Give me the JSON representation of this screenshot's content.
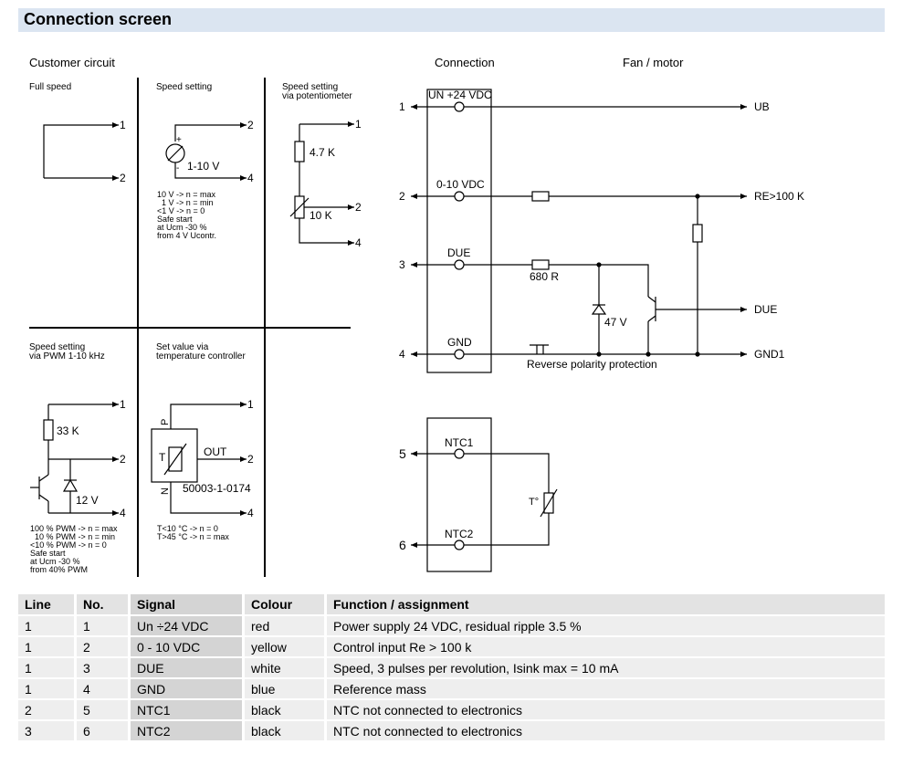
{
  "header": {
    "title": "Connection screen"
  },
  "left": {
    "heading": "Customer circuit",
    "full_speed": {
      "title": "Full speed"
    },
    "speed_setting": {
      "title": "Speed setting",
      "source_label": "1-10 V",
      "notes": [
        "10 V -> n = max",
        "  1 V -> n = min",
        "<1 V -> n = 0",
        "Safe start",
        "at Ucm -30 %",
        "from 4 V Ucontr."
      ]
    },
    "pot": {
      "title_1": "Speed setting",
      "title_2": "via potentiometer",
      "r1": "4.7 K",
      "r2": "10 K"
    },
    "pwm": {
      "title_1": "Speed setting",
      "title_2": "via PWM 1-10 kHz",
      "r": "33 K",
      "z": "12 V",
      "notes": [
        "100 % PWM -> n = max",
        "  10 % PWM -> n = min",
        "<10 % PWM -> n = 0",
        "Safe start",
        "at Ucm -30 %",
        "from 40% PWM"
      ]
    },
    "temp": {
      "title_1": "Set value via",
      "title_2": "temperature controller",
      "p": "P",
      "n": "N",
      "t": "T",
      "out": "OUT",
      "part": "50003-1-0174",
      "notes": [
        "T<10 °C -> n = 0",
        "T>45 °C -> n = max"
      ]
    },
    "terminals": {
      "t1": "1",
      "t2": "2",
      "t4": "4"
    }
  },
  "right": {
    "connection_heading": "Connection",
    "fan_heading": "Fan / motor",
    "terminals": {
      "t1": "UN +24 VDC",
      "t2": "0-10 VDC",
      "t3": "DUE",
      "t4": "GND",
      "t5": "NTC1",
      "t6": "NTC2"
    },
    "lines": {
      "l1": "1",
      "l2": "2",
      "l3": "3",
      "l4": "4",
      "l5": "5",
      "l6": "6"
    },
    "outputs": {
      "ub": "UB",
      "re": "RE>100 K",
      "due": "DUE",
      "gnd": "GND1"
    },
    "r680": "680 R",
    "z47": "47 V",
    "rpp": "Reverse polarity protection",
    "ntc_t": "T°"
  },
  "table": {
    "headers": [
      "Line",
      "No.",
      "Signal",
      "Colour",
      "Function / assignment"
    ],
    "rows": [
      [
        "1",
        "1",
        "Un ÷24 VDC",
        "red",
        "Power supply 24 VDC, residual ripple 3.5 %"
      ],
      [
        "1",
        "2",
        "0 - 10 VDC",
        "yellow",
        "Control input Re > 100 k"
      ],
      [
        "1",
        "3",
        "DUE",
        "white",
        "Speed, 3 pulses per revolution, Isink max = 10 mA"
      ],
      [
        "1",
        "4",
        "GND",
        "blue",
        "Reference mass"
      ],
      [
        "2",
        "5",
        "NTC1",
        "black",
        "NTC not connected to electronics"
      ],
      [
        "3",
        "6",
        "NTC2",
        "black",
        "NTC not connected to electronics"
      ]
    ]
  }
}
